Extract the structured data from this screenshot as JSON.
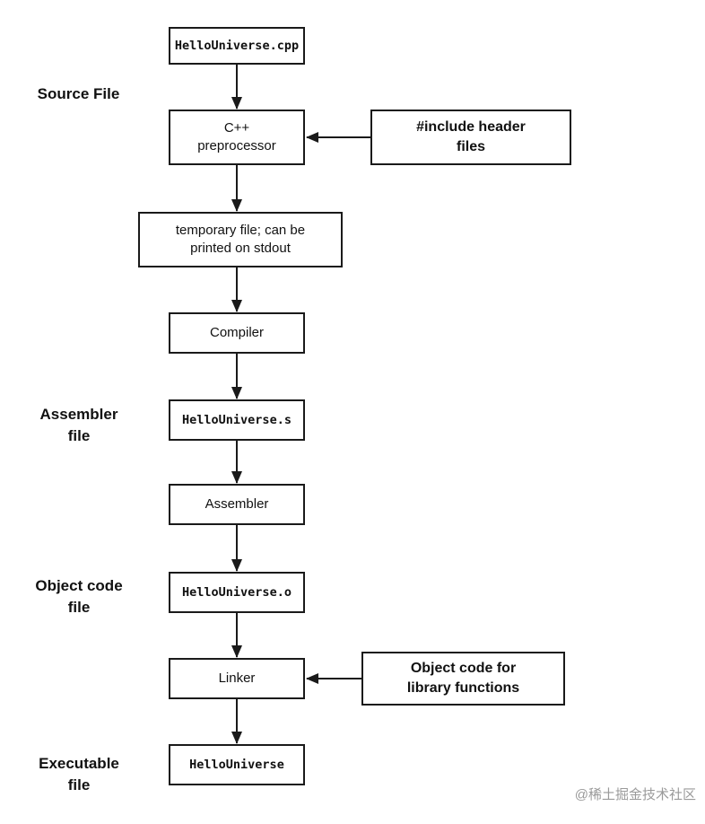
{
  "flow_nodes": [
    {
      "label": "HelloUniverse.cpp"
    },
    {
      "label": "C++\npreprocessor"
    },
    {
      "label": "temporary file; can be\nprinted on stdout"
    },
    {
      "label": "Compiler"
    },
    {
      "label": "HelloUniverse.s"
    },
    {
      "label": "Assembler"
    },
    {
      "label": "HelloUniverse.o"
    },
    {
      "label": "Linker"
    },
    {
      "label": "HelloUniverse"
    }
  ],
  "input_nodes": [
    {
      "label": "#include header\nfiles"
    },
    {
      "label": "Object code for\nlibrary functions"
    }
  ],
  "stage_labels": [
    {
      "label": "Source File"
    },
    {
      "label": "Assembler\nfile"
    },
    {
      "label": "Object code\nfile"
    },
    {
      "label": "Executable\nfile"
    }
  ],
  "watermark": "@稀土掘金技术社区",
  "colors": {
    "line": "#1a1a1a",
    "box_border": "#1a1a1a",
    "background": "#ffffff",
    "watermark": "#9a9a9a"
  }
}
